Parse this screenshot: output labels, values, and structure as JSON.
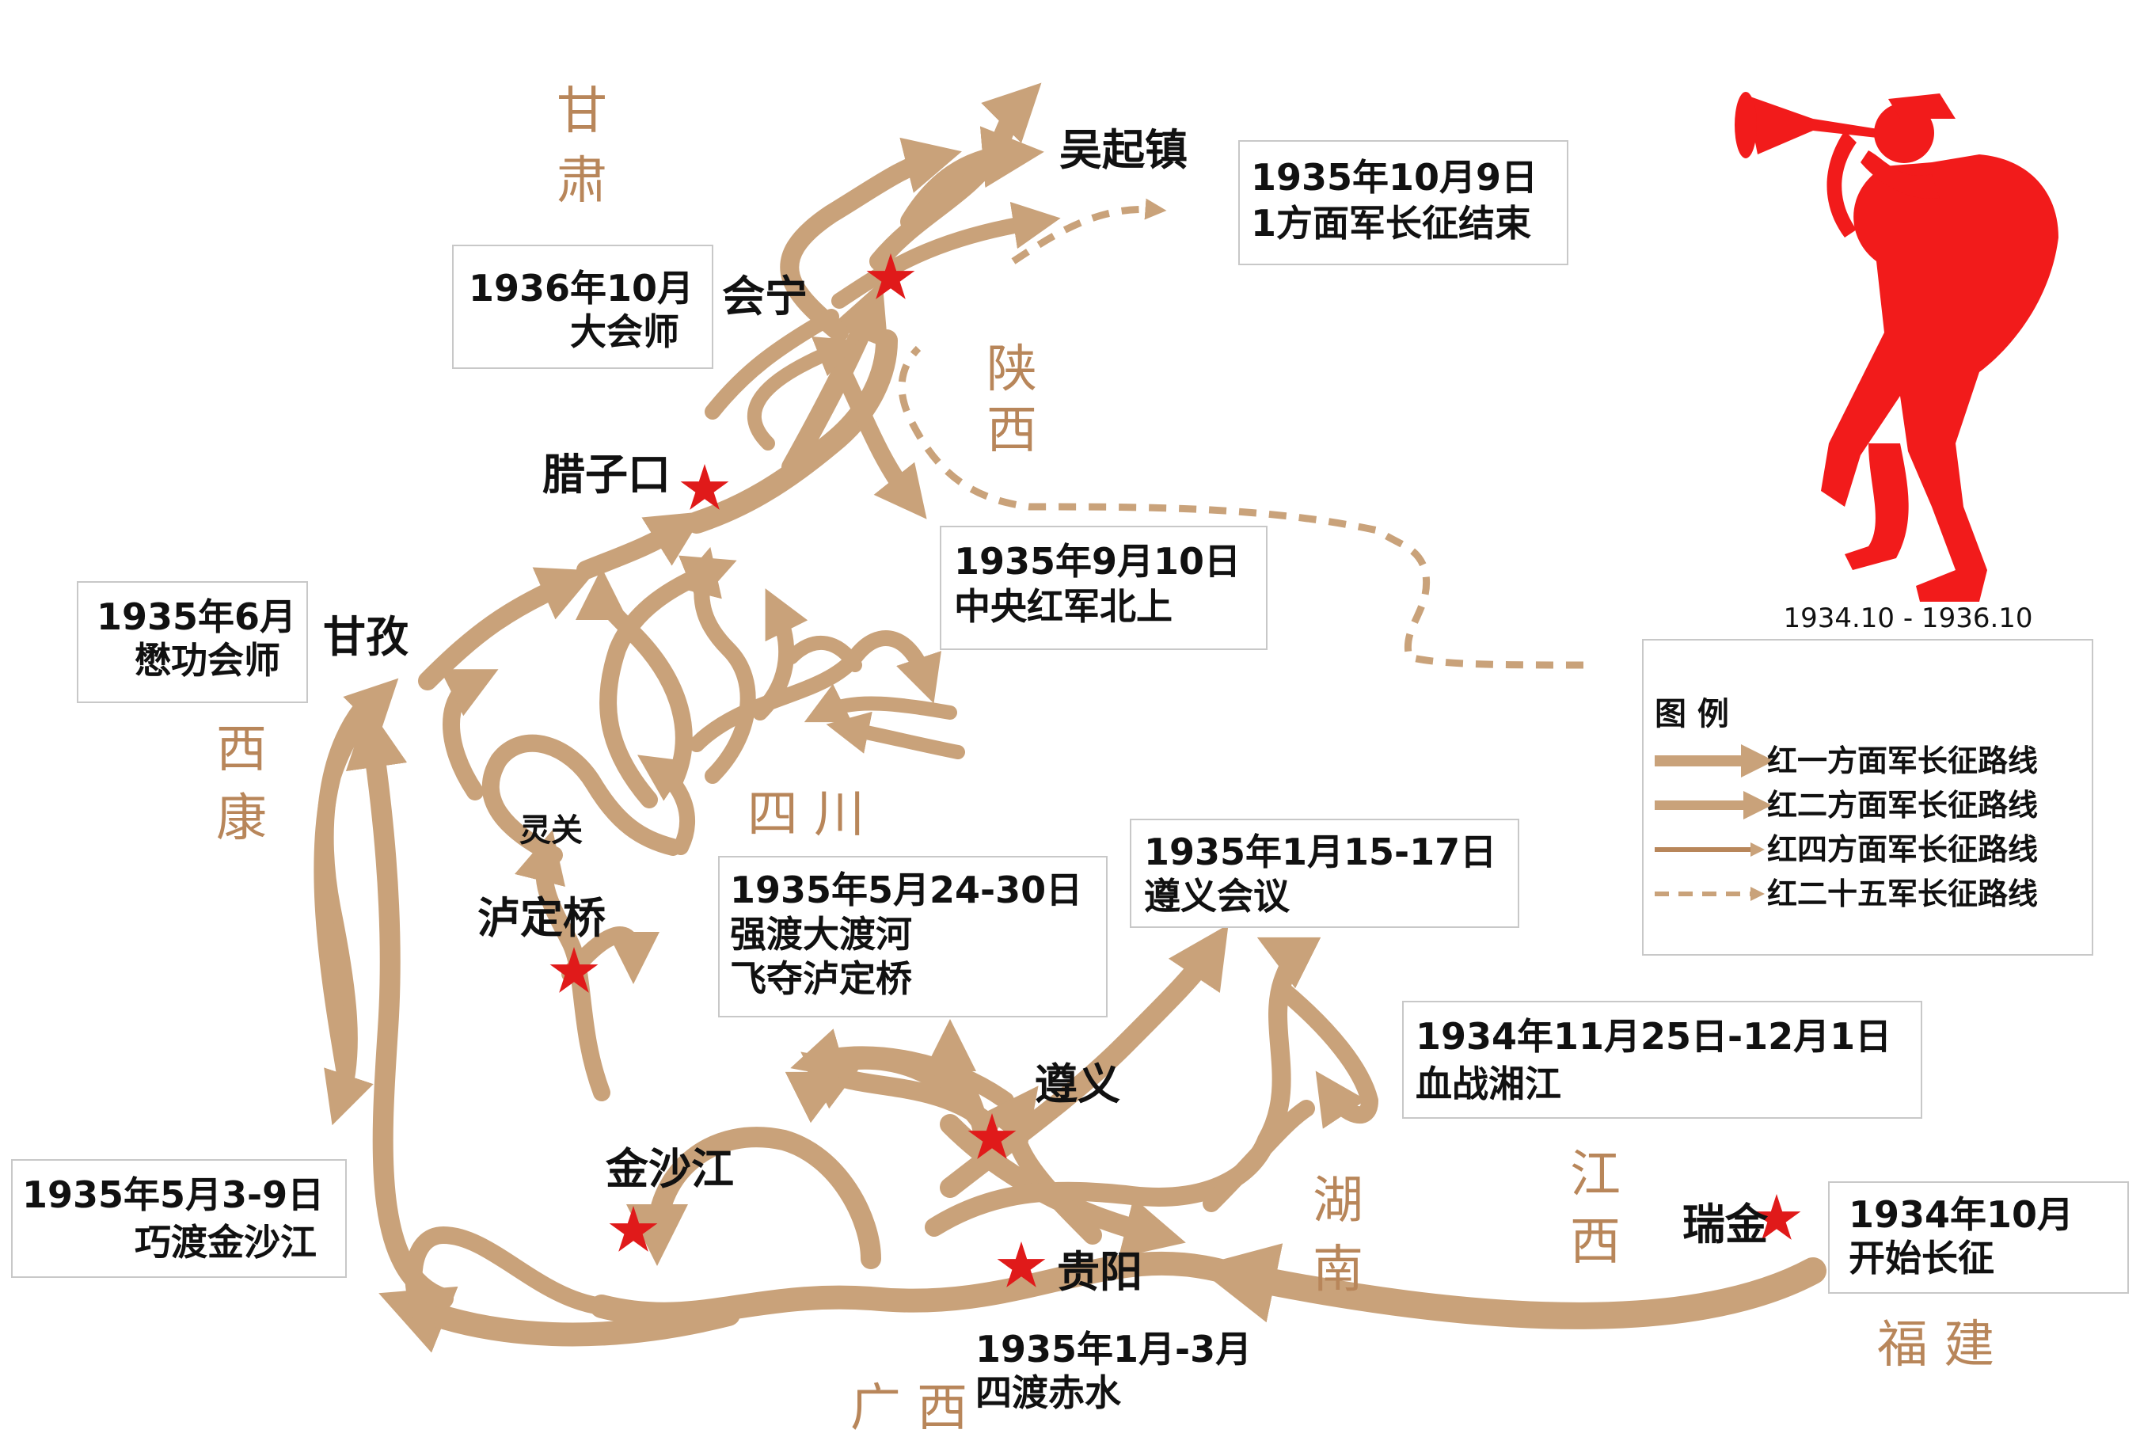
{
  "places": {
    "wuqizhen": "吴起镇",
    "huining": "会宁",
    "lazikou": "腊子口",
    "ganzi": "甘孜",
    "lingguan": "灵关",
    "ludingqiao": "泸定桥",
    "jinshajiang": "金沙江",
    "zunyi": "遵义",
    "guiyang": "贵阳",
    "ruijin": "瑞金"
  },
  "provinces": {
    "gansu_1": "甘",
    "gansu_2": "肃",
    "shaanxi_1": "陕",
    "shaanxi_2": "西",
    "xikang_1": "西",
    "xikang_2": "康",
    "sichuan": "四 川",
    "hunan_1": "湖",
    "hunan_2": "南",
    "jiangxi_1": "江",
    "jiangxi_2": "西",
    "fujian": "福 建",
    "guangxi": "广 西"
  },
  "events": {
    "e1_line1": "1935年10月9日",
    "e1_line2": "1方面军长征结束",
    "e2_line1": "1936年10月",
    "e2_line2": "大会师",
    "e3_line1": "1935年9月10日",
    "e3_line2": "中央红军北上",
    "e4_line1": "1935年6月",
    "e4_line2": "懋功会师",
    "e5_line1": "1935年5月24-30日",
    "e5_line2": "强渡大渡河",
    "e5_line3": "飞夺泸定桥",
    "e6_line1": "1935年1月15-17日",
    "e6_line2": "遵义会议",
    "e7_line1": "1934年11月25日-12月1日",
    "e7_line2": "血战湘江",
    "e8_line1": "1935年5月3-9日",
    "e8_line2": "巧渡金沙江",
    "e9_line1": "1934年10月",
    "e9_line2": "开始长征",
    "e10_line1": "1935年1月-3月",
    "e10_line2": "四渡赤水"
  },
  "period": "1934.10 - 1936.10",
  "legend": {
    "title": "图 例",
    "items": [
      "红一方面军长征路线",
      "红二方面军长征路线",
      "红四方面军长征路线",
      "红二十五军长征路线"
    ]
  },
  "colors": {
    "route": "#c9a27a",
    "star": "#e01a1a",
    "bugler": "#f21b1b",
    "province_label": "#b8865a"
  },
  "icons": [
    "star-marker-icon",
    "bugler-silhouette-icon"
  ]
}
